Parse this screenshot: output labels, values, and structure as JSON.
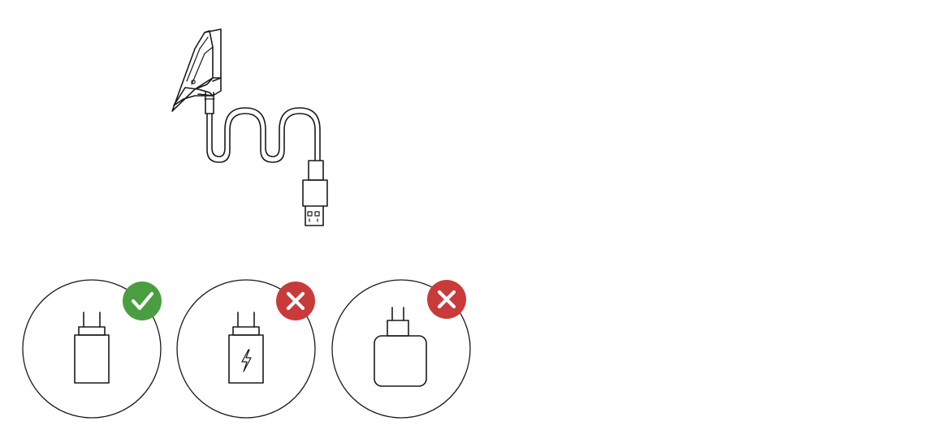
{
  "diagram": {
    "cable": {
      "icon": "alligator-clip-usb-cable-icon"
    },
    "adapters": [
      {
        "icon": "standard-usb-wall-charger-icon",
        "status": "allowed",
        "badge_icon": "check-icon",
        "badge_color": "#4a9e3f"
      },
      {
        "icon": "fast-charger-lightning-icon",
        "status": "not-allowed",
        "badge_icon": "cross-icon",
        "badge_color": "#c93a3a"
      },
      {
        "icon": "large-power-adapter-icon",
        "status": "not-allowed",
        "badge_icon": "cross-icon",
        "badge_color": "#c93a3a"
      }
    ]
  }
}
